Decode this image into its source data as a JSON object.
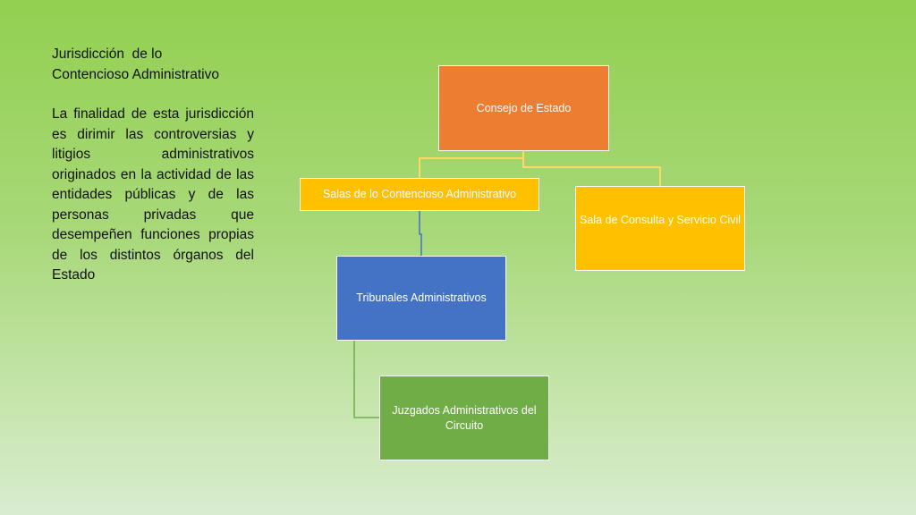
{
  "slide": {
    "title_lines": [
      "Jurisdicción  de lo",
      "Contencioso Administrativo"
    ],
    "body": "La finalidad de esta jurisdicción es dirimir las controversias y litigios administrativos originados en la actividad de las entidades públicas y de las personas privadas que desempeñen funciones propias de los distintos órganos del Estado"
  },
  "org_chart": {
    "root": "Consejo de Estado",
    "salas": "Salas de lo Contencioso Administrativo",
    "consulta": "Sala de Consulta y Servicio Civil",
    "tribunales": "Tribunales Administrativos",
    "juzgados": "Juzgados Administrativos del Circuito"
  },
  "colors": {
    "root": "#ed7d31",
    "salas": "#ffc000",
    "consulta": "#ffc000",
    "tribunales": "#4472c4",
    "juzgados": "#70ad47",
    "connector_yellow": "#ffd966",
    "connector_blue": "#4472c4",
    "connector_green": "#70ad47",
    "background_top": "#92d050",
    "background_bottom": "#d9ecd0"
  }
}
